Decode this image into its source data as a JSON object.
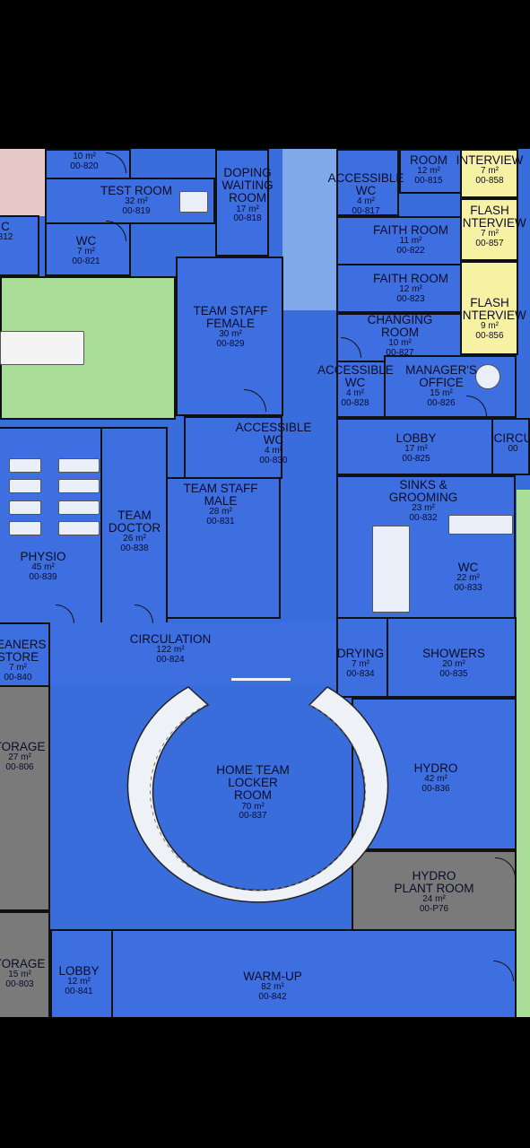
{
  "rooms": [
    {
      "name": "",
      "area": "10 m²",
      "code": "00-820"
    },
    {
      "name": "TEST ROOM",
      "area": "32 m²",
      "code": "00-819"
    },
    {
      "name": "WC",
      "area": "7 m²",
      "code": "00-821"
    },
    {
      "name": "C",
      "area": "",
      "code": "812"
    },
    {
      "name": "DOPING WAITING ROOM",
      "area": "17 m²",
      "code": "00-818"
    },
    {
      "name": "ACCESSIBLE WC",
      "area": "4 m²",
      "code": "00-817"
    },
    {
      "name": "ROOM",
      "area": "12 m²",
      "code": "00-815"
    },
    {
      "name": "INTERVIEW",
      "area": "7 m²",
      "code": "00-858"
    },
    {
      "name": "FAITH ROOM",
      "area": "11 m²",
      "code": "00-822"
    },
    {
      "name": "FLASH INTERVIEW",
      "area": "7 m²",
      "code": "00-857"
    },
    {
      "name": "FAITH ROOM",
      "area": "12 m²",
      "code": "00-823"
    },
    {
      "name": "FLASH INTERVIEW",
      "area": "9 m²",
      "code": "00-856"
    },
    {
      "name": "TEAM STAFF FEMALE",
      "area": "30 m²",
      "code": "00-829"
    },
    {
      "name": "CHANGING ROOM",
      "area": "10 m²",
      "code": "00-827"
    },
    {
      "name": "ACCESSIBLE WC",
      "area": "4 m²",
      "code": "00-828"
    },
    {
      "name": "MANAGER'S OFFICE",
      "area": "15 m²",
      "code": "00-826"
    },
    {
      "name": "ACCESSIBLE WC",
      "area": "4 m²",
      "code": "00-830"
    },
    {
      "name": "LOBBY",
      "area": "17 m²",
      "code": "00-825"
    },
    {
      "name": "CIRCU",
      "area": "",
      "code": "00"
    },
    {
      "name": "TEAM STAFF MALE",
      "area": "28 m²",
      "code": "00-831"
    },
    {
      "name": "TEAM DOCTOR",
      "area": "26 m²",
      "code": "00-838"
    },
    {
      "name": "SINKS & GROOMING",
      "area": "23 m²",
      "code": "00-832"
    },
    {
      "name": "PHYSIO",
      "area": "45 m²",
      "code": "00-839"
    },
    {
      "name": "WC",
      "area": "22 m²",
      "code": "00-833"
    },
    {
      "name": "CIRCULATION",
      "area": "122 m²",
      "code": "00-824"
    },
    {
      "name": "LEANERS STORE",
      "area": "7 m²",
      "code": "00-840"
    },
    {
      "name": "DRYING",
      "area": "7 m²",
      "code": "00-834"
    },
    {
      "name": "SHOWERS",
      "area": "20 m²",
      "code": "00-835"
    },
    {
      "name": "TORAGE",
      "area": "27 m²",
      "code": "00-806"
    },
    {
      "name": "HOME TEAM LOCKER ROOM",
      "area": "70 m²",
      "code": "00-837"
    },
    {
      "name": "HYDRO",
      "area": "42 m²",
      "code": "00-836"
    },
    {
      "name": "HYDRO PLANT ROOM",
      "area": "24 m²",
      "code": "00-P76"
    },
    {
      "name": "TORAGE",
      "area": "15 m²",
      "code": "00-803"
    },
    {
      "name": "LOBBY",
      "area": "12 m²",
      "code": "00-841"
    },
    {
      "name": "WARM-UP",
      "area": "82 m²",
      "code": "00-842"
    }
  ],
  "colors": {
    "room_blue": "#3d6fe0",
    "interview_yellow": "#f7f2a3",
    "outdoor_green": "#a9dd98",
    "storage_grey": "#7a7a7a"
  }
}
